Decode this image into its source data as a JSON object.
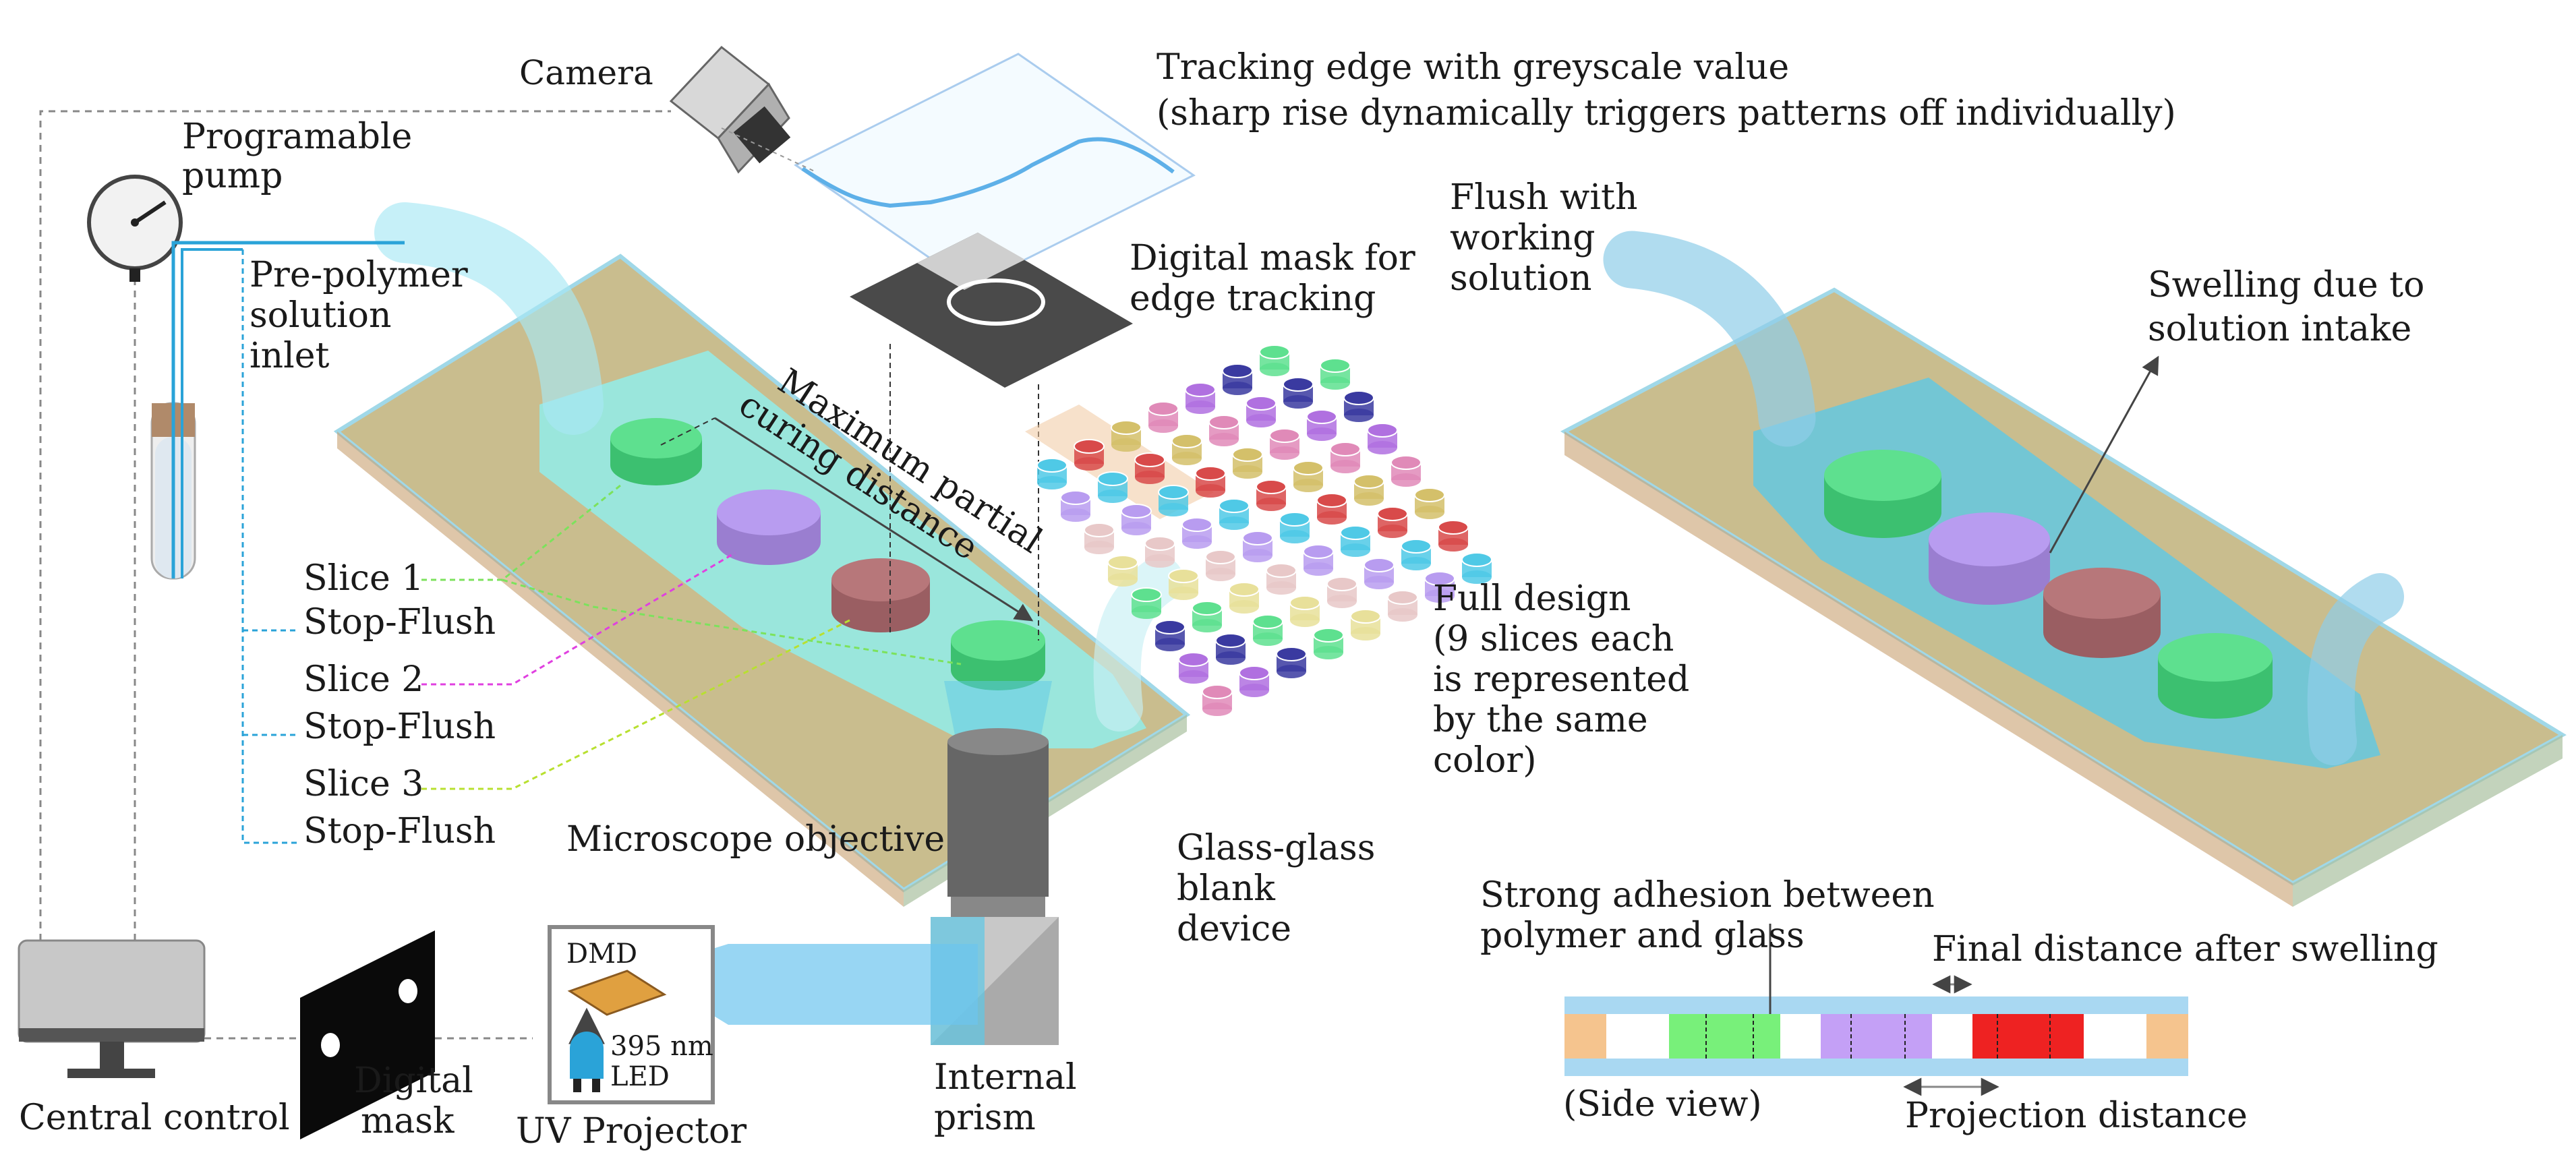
{
  "labels": {
    "camera": "Camera",
    "pump": [
      "Programable",
      "pump"
    ],
    "tracking": [
      "Tracking edge with greyscale value",
      "(sharp rise dynamically triggers patterns off individually)"
    ],
    "inlet": [
      "Pre-polymer",
      "solution",
      "inlet"
    ],
    "mask_edge": [
      "Digital mask for",
      "edge tracking"
    ],
    "curing": [
      "Maximum partial",
      "curing distance"
    ],
    "slice1": "Slice 1",
    "slice2": "Slice 2",
    "slice3": "Slice 3",
    "stop_flush": "Stop-Flush",
    "full_design": [
      "Full design",
      "(9 slices each",
      "is represented",
      "by the same",
      "color)"
    ],
    "objective": "Microscope objective",
    "glass_device": [
      "Glass-glass",
      "blank",
      "device"
    ],
    "dmd": "DMD",
    "led": [
      "395 nm",
      "LED"
    ],
    "uv_projector": "UV Projector",
    "digital_mask": [
      "Digital",
      "mask"
    ],
    "central_control": "Central control",
    "prism": [
      "Internal",
      "prism"
    ],
    "flush": [
      "Flush with",
      "working",
      "solution"
    ],
    "swelling": [
      "Swelling due to",
      "solution intake"
    ],
    "adhesion": [
      "Strong adhesion between",
      "polymer and glass"
    ],
    "final_distance": "Final distance after swelling",
    "side_view": "(Side view)",
    "projection_distance": "Projection distance"
  },
  "colors": {
    "slice_green": "#5ee08f",
    "slice_purple": "#b89cf0",
    "slice_brown": "#b7777a",
    "fluid": "#8ef0f0",
    "fluid_blue": "#5ec8e6",
    "glass_tan": "#bfb27a",
    "beam": "#6cc4ee",
    "side_green": "#78f07a",
    "side_purple": "#c4a0f6",
    "side_red": "#ee2222",
    "side_tan": "#f5c48e",
    "glass_strip": "#a9d8f2",
    "link_green": "#7ce25c",
    "link_magenta": "#e040e0",
    "link_lime": "#b8e030",
    "link_blue": "#2aa3d8"
  },
  "icons": [
    "camera-icon",
    "pump-gauge-icon",
    "syringe-icon",
    "monitor-icon",
    "digital-mask-icon",
    "dmd-icon",
    "led-icon",
    "prism-icon",
    "objective-icon"
  ]
}
